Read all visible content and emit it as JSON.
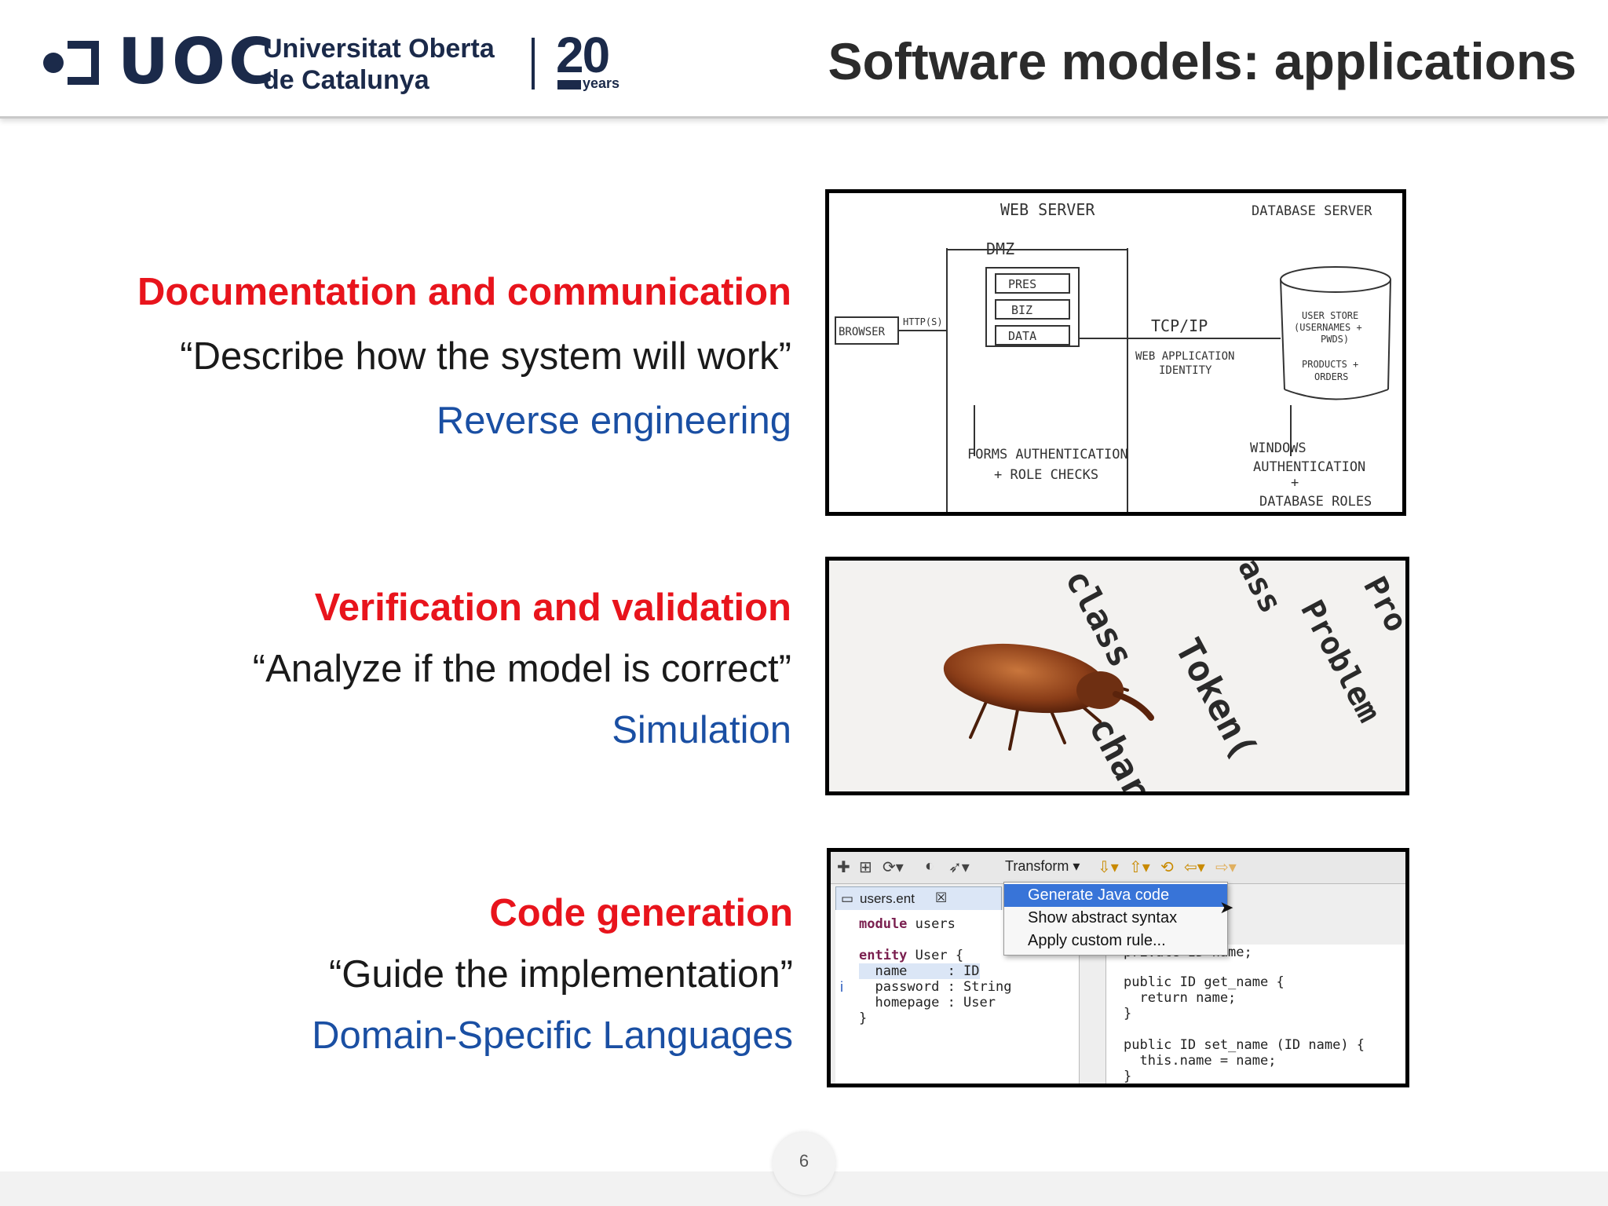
{
  "header": {
    "logo_text": "UOC",
    "university_line1": "Universitat Oberta",
    "university_line2": "de Catalunya",
    "anniversary_number": "20",
    "anniversary_word": "years",
    "slide_title": "Software models: applications"
  },
  "sections": [
    {
      "heading": "Documentation and communication",
      "quote": "“Describe how the system will work”",
      "technique": "Reverse engineering"
    },
    {
      "heading": "Verification and validation",
      "quote": "“Analyze if the model is correct”",
      "technique": "Simulation"
    },
    {
      "heading": "Code generation",
      "quote": "“Guide the implementation”",
      "technique": "Domain-Specific Languages"
    }
  ],
  "sketch": {
    "web_server": "WEB SERVER",
    "dmz": "DMZ",
    "pres": "PRES",
    "biz": "BIZ",
    "data": "DATA",
    "browser": "BROWSER",
    "http": "HTTP(S)",
    "tcpip": "TCP/IP",
    "web_app_identity_1": "WEB APPLICATION",
    "web_app_identity_2": "IDENTITY",
    "database_server": "DATABASE SERVER",
    "user_store_1": "USER STORE",
    "user_store_2": "(USERNAMES +",
    "user_store_3": "PWDS)",
    "products_1": "PRODUCTS +",
    "products_2": "ORDERS",
    "forms_auth": "FORMS AUTHENTICATION",
    "role_checks": "+ ROLE CHECKS",
    "windows": "WINDOWS",
    "authentication": "AUTHENTICATION",
    "plus": "+",
    "database_roles": "DATABASE ROLES"
  },
  "photo_words": {
    "w1": "class",
    "w2": "Token(",
    "w3": "char",
    "w4": "ass",
    "w5": "Problem",
    "w6": "Pro"
  },
  "ide": {
    "transform_label": "Transform ▾",
    "tab_label": "users.ent",
    "menu_items": [
      "Generate Java code",
      "Show abstract syntax",
      "Apply custom rule..."
    ],
    "left_code": [
      "module users",
      "",
      "entity User {",
      "  name     : ID",
      "  password : String",
      "  homepage : User",
      "}"
    ],
    "right_code": [
      "private ID name;",
      "",
      "public ID get_name {",
      "  return name;",
      "}",
      "",
      "public ID set_name (ID name) {",
      "  this.name = name;",
      "}"
    ]
  },
  "page_number": "6"
}
